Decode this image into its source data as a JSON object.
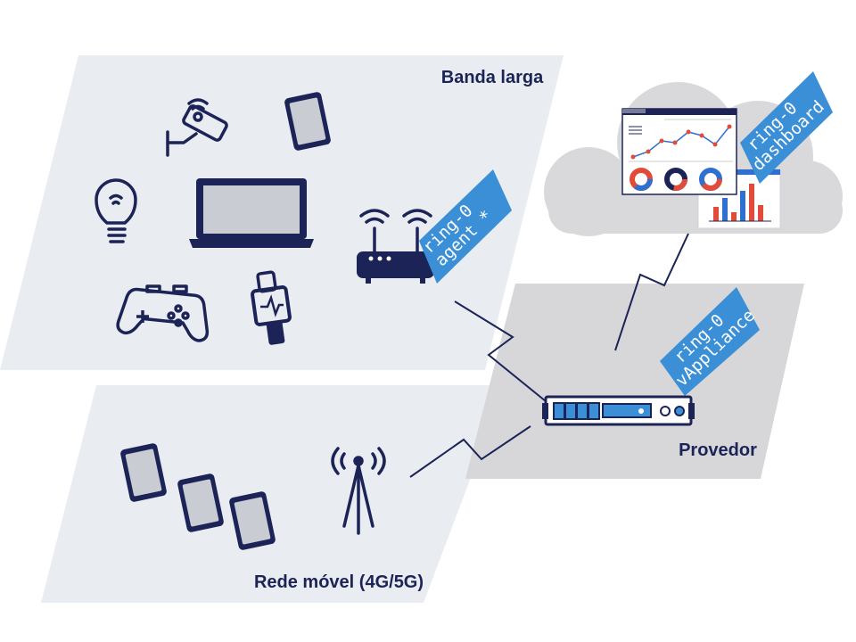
{
  "zones": {
    "broadband": "Banda larga",
    "mobile": "Rede móvel (4G/5G)",
    "provider": "Provedor"
  },
  "tags": {
    "agent_line1": "ring-0",
    "agent_line2": "agent *",
    "dashboard_line1": "ring-0",
    "dashboard_line2": "dashboard",
    "appliance_line1": "ring-0",
    "appliance_line2": "vAppliance"
  },
  "colors": {
    "navy": "#1c2457",
    "accent_blue": "#3a8fd6",
    "zone_light": "#e9ecf1",
    "zone_provider": "#d7d7d9",
    "cloud": "#d9d9db",
    "chart_red": "#e04b3a",
    "chart_blue": "#2f6fcf"
  },
  "icons": [
    "security-camera-icon",
    "tablet-icon",
    "smart-bulb-icon",
    "laptop-icon",
    "router-icon",
    "gamepad-icon",
    "smartwatch-icon",
    "cell-tower-icon",
    "server-appliance-icon",
    "cloud-icon"
  ]
}
